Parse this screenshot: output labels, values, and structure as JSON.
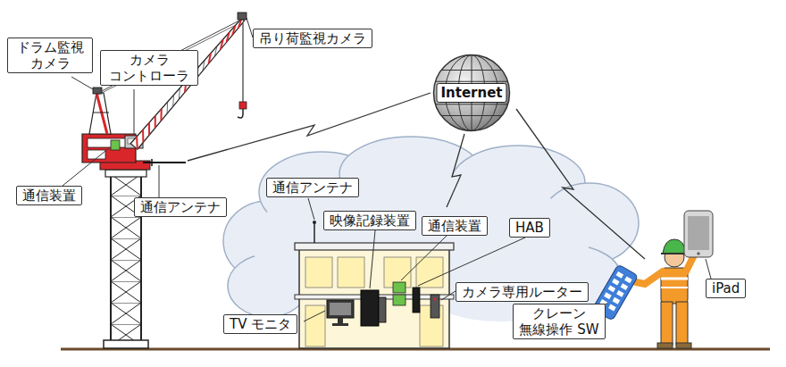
{
  "diagram": {
    "nodes": [
      {
        "text": [
          "ドラム監視 カメラ"
        ]
      },
      {
        "text": [
          "カメラ コントローラ"
        ]
      },
      {
        "text": [
          "吊り荷監視カメラ"
        ]
      },
      {
        "text": [
          "Internet"
        ]
      },
      {
        "text": [
          "通信装置"
        ]
      },
      {
        "text": [
          "通信アンテナ"
        ]
      },
      {
        "text": [
          "通信アンテナ"
        ]
      },
      {
        "text": [
          "映像記録装置"
        ]
      },
      {
        "text": [
          "通信装置"
        ]
      },
      {
        "text": [
          "HAB"
        ]
      },
      {
        "text": [
          "カメラ専用ルーター"
        ]
      },
      {
        "text": [
          "TV モニタ"
        ]
      },
      {
        "text": [
          "クレーン 無線操作 SW"
        ]
      },
      {
        "text": [
          "iPad"
        ]
      }
    ]
  }
}
